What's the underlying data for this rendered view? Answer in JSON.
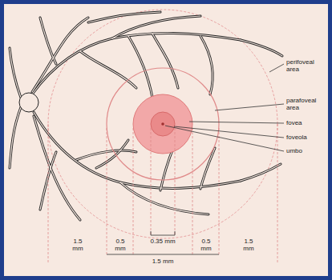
{
  "diagram": {
    "labels": [
      "perifoveal area",
      "parafoveal area",
      "fovea",
      "foveola",
      "umbo",
      "1.5 mm",
      "0.5 mm",
      "0.35 mm",
      "0.5 mm",
      "1.5 mm",
      "1.5 mm"
    ]
  }
}
